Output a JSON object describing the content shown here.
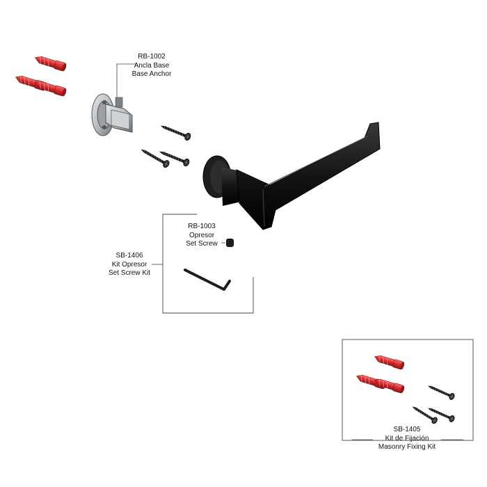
{
  "colors": {
    "anchor_red": "#d42d2d",
    "anchor_red_dark": "#8e1414",
    "handle_black": "#141414",
    "base_gray": "#b9bcc0",
    "leader_line": "#444444"
  },
  "parts": {
    "base_anchor": {
      "code": "RB-1002",
      "name_es": "Ancla Base",
      "name_en": "Base Anchor"
    },
    "set_screw": {
      "code": "RB-1003",
      "name_es": "Opresor",
      "name_en": "Set Screw"
    },
    "set_screw_kit": {
      "code": "SB-1406",
      "name_es": "Kit Opresor",
      "name_en": "Set Screw Kit"
    },
    "masonry_fixing_kit": {
      "code": "SB-1405",
      "name_es": "Kit de Fijación",
      "name_en": "Masonry Fixing Kit"
    }
  },
  "icons": {
    "wall_plug": "red-wall-plug-icon",
    "screw": "wood-screw-icon",
    "hex_key": "allen-key-icon",
    "lever_handle": "lever-handle-icon",
    "base": "base-anchor-icon"
  }
}
